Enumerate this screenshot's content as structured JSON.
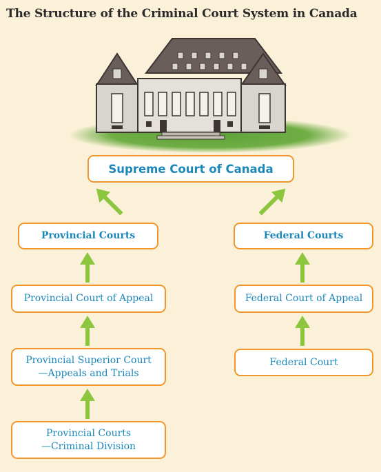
{
  "title": "The Structure of the Criminal Court System in Canada",
  "colors": {
    "background": "#fbf1d8",
    "box_border": "#f0962a",
    "box_text": "#1c87b8",
    "arrow": "#8cc63f"
  },
  "boxes": {
    "supreme": "Supreme Court of Canada",
    "provincial_courts": "Provincial Courts",
    "federal_courts": "Federal Courts",
    "provincial_appeal": "Provincial Court of Appeal",
    "federal_appeal": "Federal Court of Appeal",
    "provincial_superior_line1": "Provincial Superior Court",
    "provincial_superior_line2": "—Appeals and Trials",
    "federal_court": "Federal Court",
    "provincial_criminal_line1": "Provincial Courts",
    "provincial_criminal_line2": "—Criminal Division"
  },
  "illustration": "supreme-court-building-icon"
}
